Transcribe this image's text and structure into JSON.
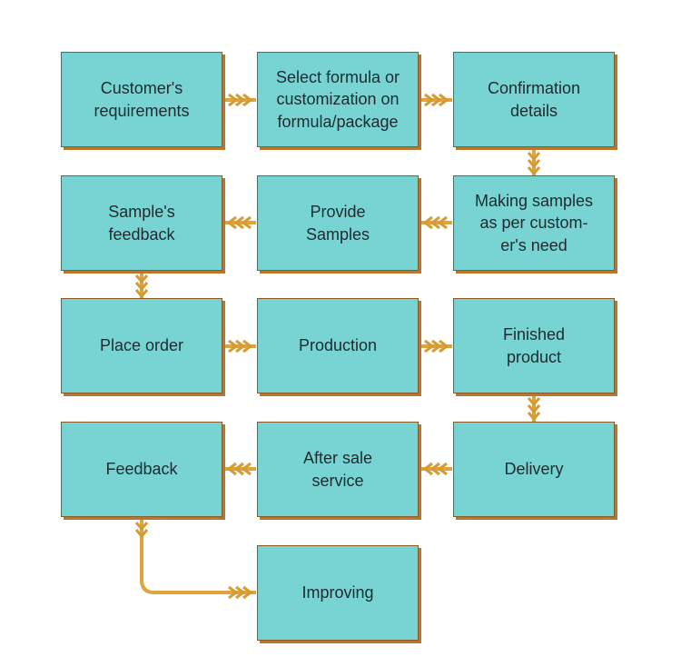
{
  "colors": {
    "box_fill": "#77d4d2",
    "box_shadow": "#b8762e",
    "connector": "#e0a43a",
    "text": "#1d2a30"
  },
  "steps": [
    {
      "id": "customers-requirements",
      "lines": [
        "Customer's",
        "requirements"
      ]
    },
    {
      "id": "select-formula",
      "lines": [
        "Select formula or",
        "customization on",
        "formula/package"
      ]
    },
    {
      "id": "confirmation-details",
      "lines": [
        "Confirmation",
        "details"
      ]
    },
    {
      "id": "samples-feedback",
      "lines": [
        "Sample's",
        "feedback"
      ]
    },
    {
      "id": "provide-samples",
      "lines": [
        "Provide",
        "Samples"
      ]
    },
    {
      "id": "making-samples",
      "lines": [
        "Making samples",
        "as per custom-",
        "er's need"
      ]
    },
    {
      "id": "place-order",
      "lines": [
        "Place order"
      ]
    },
    {
      "id": "production",
      "lines": [
        "Production"
      ]
    },
    {
      "id": "finished-product",
      "lines": [
        "Finished",
        "product"
      ]
    },
    {
      "id": "feedback",
      "lines": [
        "Feedback"
      ]
    },
    {
      "id": "after-sale-service",
      "lines": [
        "After sale",
        "service"
      ]
    },
    {
      "id": "delivery",
      "lines": [
        "Delivery"
      ]
    },
    {
      "id": "improving",
      "lines": [
        "Improving"
      ]
    }
  ]
}
